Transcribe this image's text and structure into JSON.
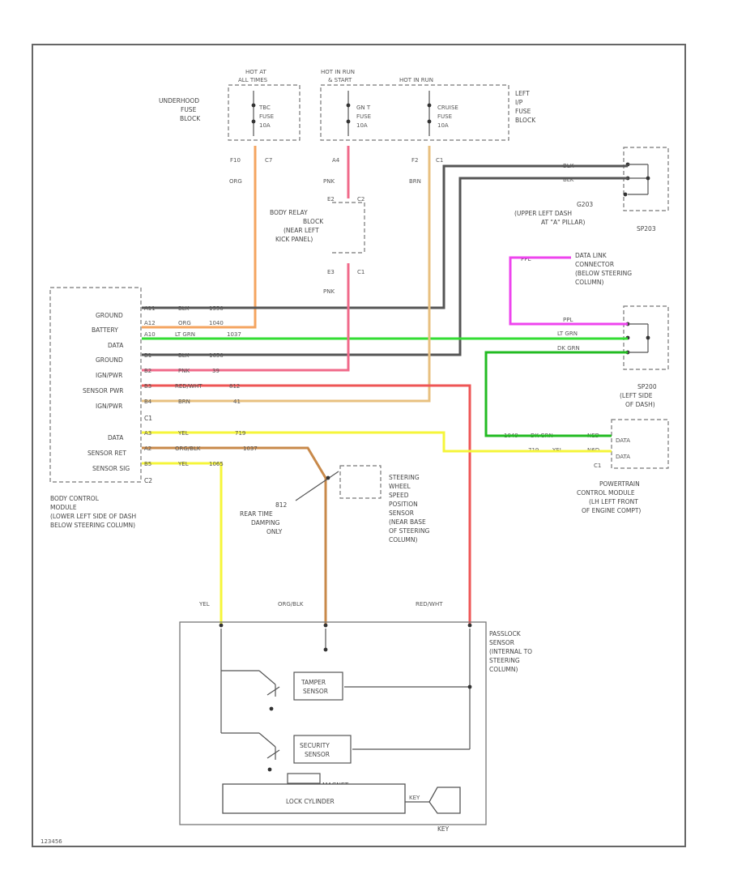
{
  "colors": {
    "org": "#f4a460",
    "pnk": "#f06a8a",
    "blk": "#444444",
    "ltgrn": "#33dd33",
    "dkgrn": "#22bb22",
    "redwht": "#ee5555",
    "brn": "#d4a55a",
    "yel": "#f5f53a",
    "orgblk": "#c8894a",
    "ppl": "#ee44ee"
  },
  "fuse_block": {
    "hot1": "HOT AT",
    "hot1b": "ALL TIMES",
    "hot2": "HOT IN RUN",
    "hot2b": "& START",
    "hot3": "HOT IN RUN",
    "underhood": [
      "UNDERHOOD",
      "FUSE",
      "BLOCK"
    ],
    "fuse1": [
      "TBC",
      "FUSE",
      "10A"
    ],
    "fuse2": [
      "GN T",
      "FUSE",
      "10A"
    ],
    "fuse3": [
      "CRUISE",
      "FUSE",
      "10A"
    ],
    "left_ip": [
      "LEFT",
      "I/P",
      "FUSE",
      "BLOCK"
    ],
    "pin_f10": "F10",
    "pin_c7a": "C7",
    "pin_a4": "A4",
    "pin_f2": "F2",
    "pin_c1a": "C1",
    "wire_org": "ORG",
    "wire_pnk": "PNK",
    "wire_brn": "BRN"
  },
  "body_relay": {
    "lines": [
      "BODY RELAY",
      "BLOCK",
      "(NEAR LEFT",
      "KICK PANEL)"
    ],
    "pin_e2": "E2",
    "pin_c2": "C2",
    "pin_e3": "E3",
    "pin_c1": "C1",
    "wire_pnk": "PNK"
  },
  "g203": {
    "id": "G203",
    "lines": [
      "(UPPER LEFT DASH",
      "AT \"A\" PILLAR)"
    ],
    "blk1": "BLK",
    "blk2": "BLK",
    "sp": "SP203"
  },
  "dlc": {
    "lines": [
      "DATA LINK",
      "CONNECTOR",
      "(BELOW STEERING",
      "COLUMN)"
    ],
    "ppl1": "PPL",
    "ppl2": "PPL",
    "ltgrn": "LT GRN",
    "dkgrn": "DK GRN"
  },
  "sp200": {
    "id": "SP200",
    "lines": [
      "(LEFT SIDE",
      "OF DASH)"
    ]
  },
  "bcm": {
    "pins": [
      "GROUND",
      "BATTERY",
      "DATA",
      "GROUND",
      "IGN/PWR",
      "SENSOR PWR",
      "IGN/PWR",
      "DATA",
      "SENSOR RET",
      "SENSOR SIG"
    ],
    "pin_ids": [
      "A11",
      "A12",
      "A10",
      "B1",
      "B2",
      "B3",
      "B4",
      "A3",
      "A2",
      "B5"
    ],
    "wires": [
      "BLK",
      "ORG",
      "LT GRN",
      "BLK",
      "PNK",
      "RED/WHT",
      "BRN",
      "YEL",
      "ORG/BLK",
      "YEL"
    ],
    "circuits": [
      "1550",
      "1040",
      "1037",
      "1650",
      "39",
      "812",
      "41",
      "719",
      "1037",
      "1065"
    ],
    "c1": "C1",
    "c2": "C2",
    "lines": [
      "BODY CONTROL",
      "MODULE",
      "(LOWER LEFT SIDE OF DASH",
      "BELOW STEERING COLUMN)"
    ]
  },
  "pcm": {
    "data1": "DATA",
    "data2": "DATA",
    "c1": "C1",
    "lines": [
      "POWERTRAIN",
      "CONTROL MODULE",
      "(LH LEFT FRONT",
      "OF ENGINE COMPT)"
    ],
    "wire_dkgrn": "DK GRN",
    "circ_dkgrn": "1049",
    "wire_yel": "YEL",
    "circ_yel": "719",
    "pin_dkgrn": "NED",
    "pin_yel": "N6D"
  },
  "sws": {
    "lines": [
      "STEERING",
      "WHEEL",
      "SPEED",
      "POSITION",
      "SENSOR",
      "(NEAR BASE",
      "OF STEERING",
      "COLUMN)"
    ],
    "note": [
      "812",
      "REAR TIME",
      "DAMPING",
      "ONLY"
    ]
  },
  "passlock": {
    "yel": "YEL",
    "orgblk": "ORG/BLK",
    "redwht": "RED/WHT",
    "lines": [
      "PASSLOCK",
      "SENSOR",
      "(INTERNAL TO",
      "STEERING",
      "COLUMN)"
    ],
    "tamper": [
      "TAMPER",
      "SENSOR"
    ],
    "security": [
      "SECURITY",
      "SENSOR"
    ],
    "magnet": "MAGNET",
    "lock": "LOCK CYLINDER",
    "key": "KEY",
    "key_tag": "KEY"
  },
  "footer": "123456"
}
